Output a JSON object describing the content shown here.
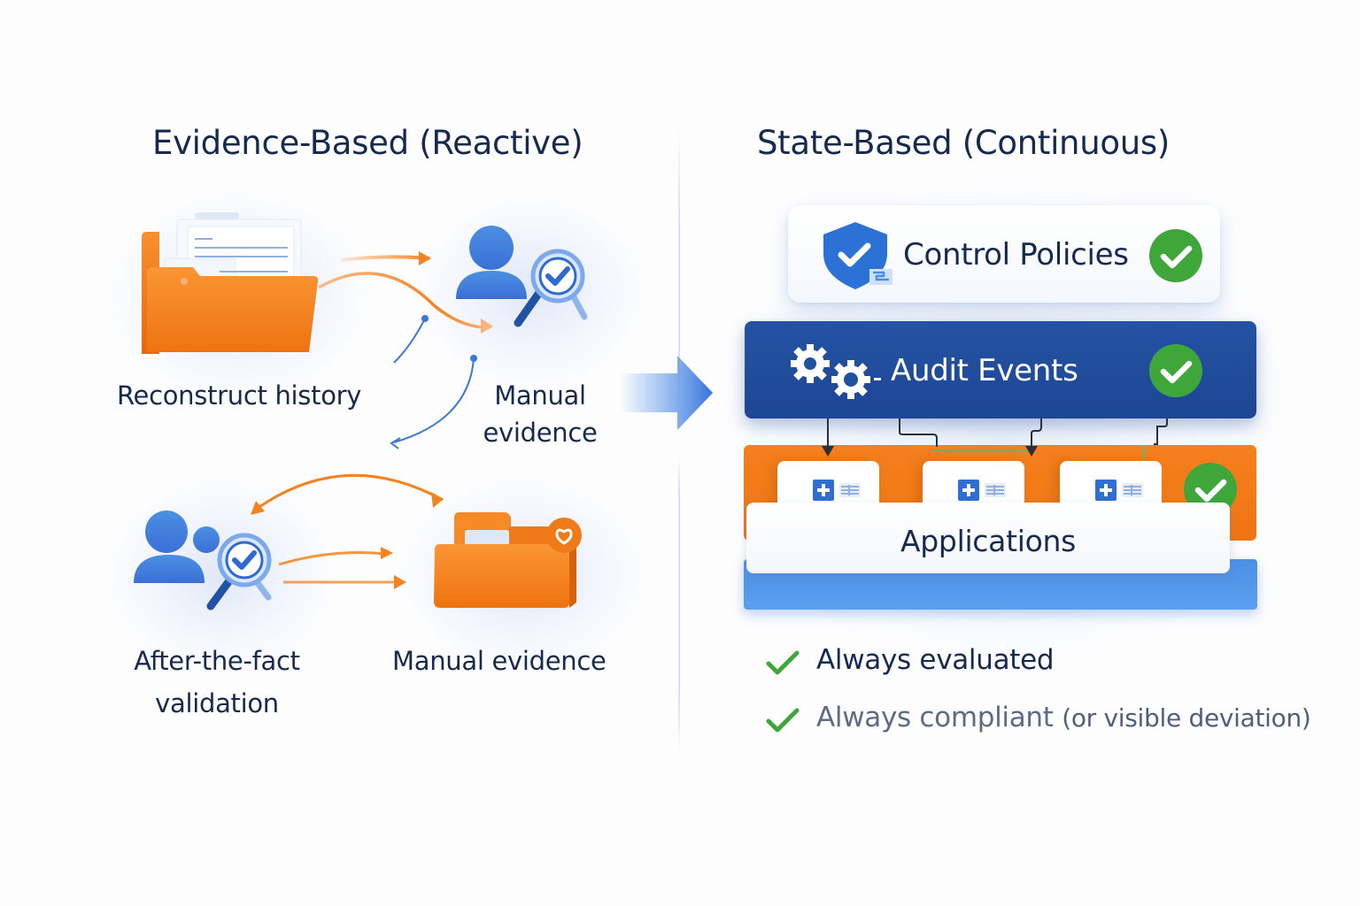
{
  "left_panel": {
    "title": "Evidence-Based (Reactive)",
    "items": [
      {
        "icon": "folder-documents-icon",
        "label": "Reconstruct history"
      },
      {
        "icon": "person-magnifier-check-icon",
        "label_line1": "Manual",
        "label_line2": "evidence"
      },
      {
        "icon": "people-magnifier-check-icon",
        "label_line1": "After-the-fact",
        "label_line2": "validation"
      },
      {
        "icon": "folder-heart-badge-icon",
        "label": "Manual evidence"
      }
    ]
  },
  "transition_arrow": {
    "icon": "right-arrow-icon"
  },
  "right_panel": {
    "title": "State-Based (Continuous)",
    "layers": [
      {
        "name": "Control Policies",
        "icon": "shield-check-icon",
        "status": "check",
        "status_color": "#3fa63a"
      },
      {
        "name": "Audit Events",
        "icon": "gears-icon",
        "status": "check",
        "status_color": "#3fa63a"
      },
      {
        "name": "Applications",
        "icon": "app-window-icon",
        "status": "check",
        "status_color": "#3fa63a",
        "app_count": 3
      }
    ],
    "bullets": [
      {
        "strong": "Always evaluated",
        "weak": ""
      },
      {
        "strong": "Always compliant",
        "weak": "(or visible deviation)"
      }
    ]
  },
  "colors": {
    "navy_text": "#152a4e",
    "orange": "#f57f1c",
    "blue_primary": "#1f4a97",
    "blue_light": "#4d8fe4",
    "green_check": "#3fa63a"
  }
}
